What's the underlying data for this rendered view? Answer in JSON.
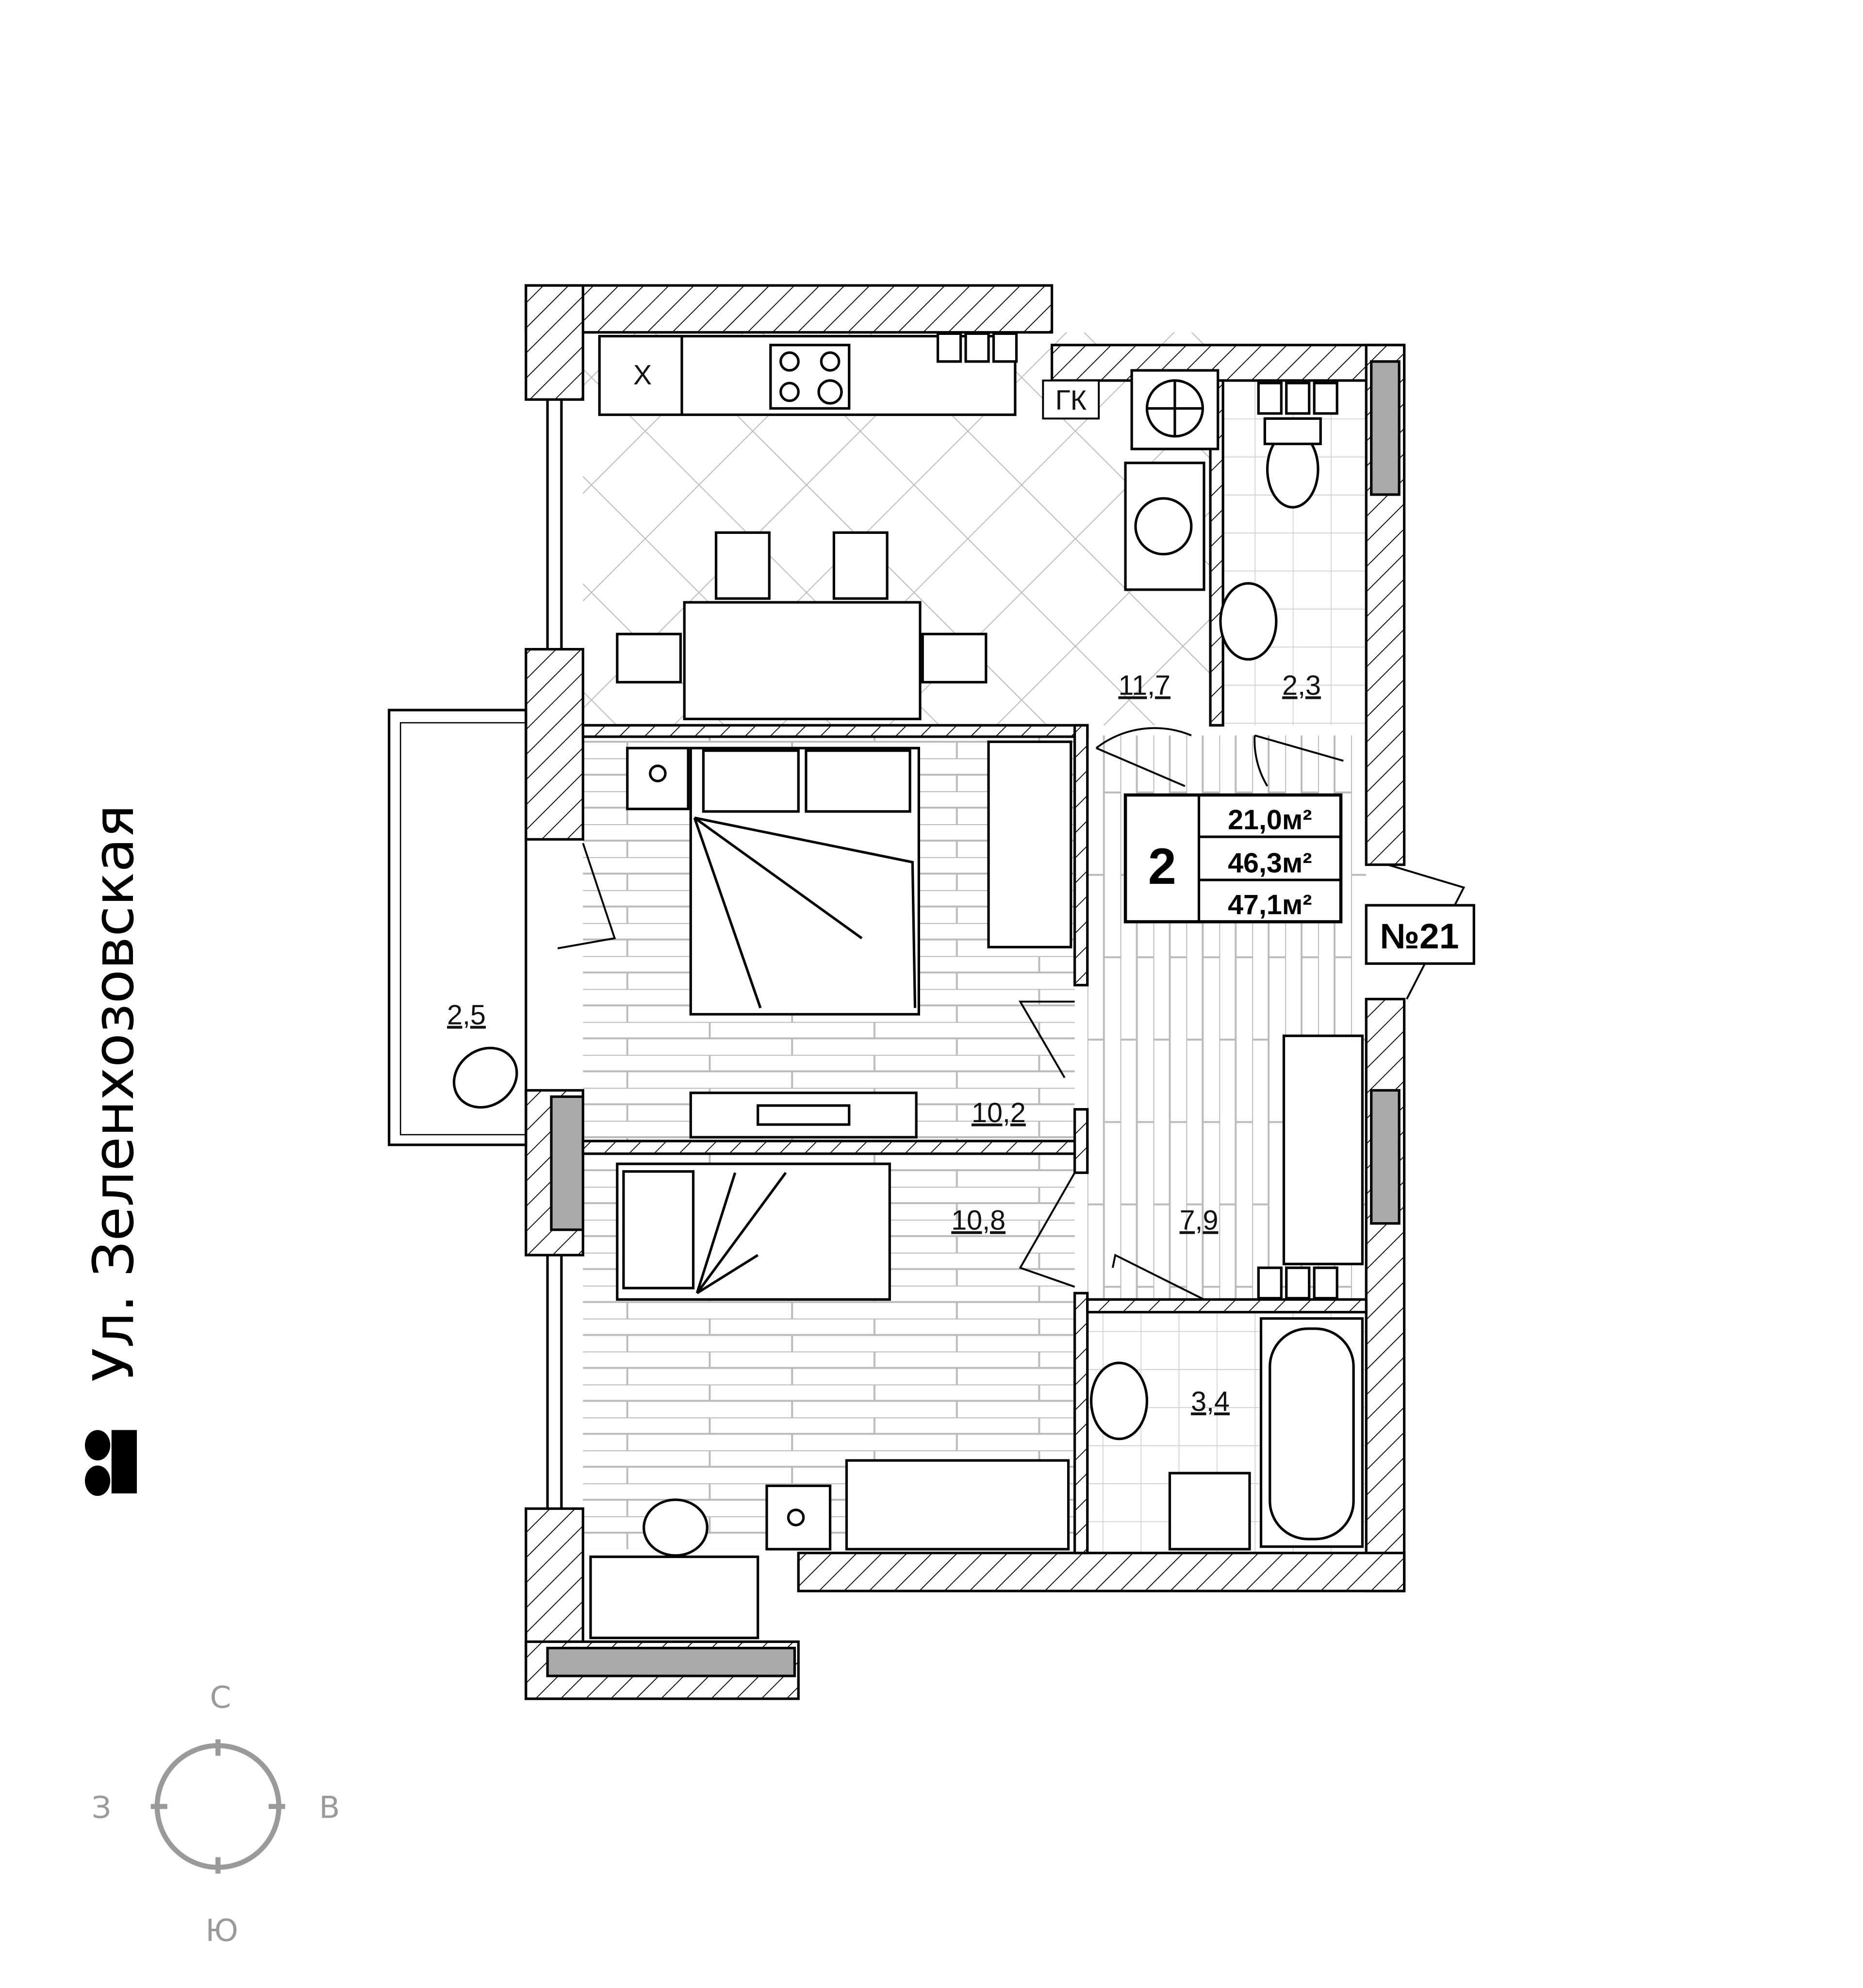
{
  "street": {
    "name": "Ул. Зеленхозовская"
  },
  "apartment": {
    "rooms": "2",
    "living_area": "21,0м²",
    "total_area": "46,3м²",
    "total_area_with_balcony": "47,1м²",
    "number": "№21"
  },
  "rooms": [
    {
      "name": "kitchen",
      "area": "11,7"
    },
    {
      "name": "toilet",
      "area": "2,3"
    },
    {
      "name": "balcony",
      "area": "2,5"
    },
    {
      "name": "bedroom-1",
      "area": "10,2"
    },
    {
      "name": "bedroom-2",
      "area": "10,8"
    },
    {
      "name": "hallway",
      "area": "7,9"
    },
    {
      "name": "bathroom",
      "area": "3,4"
    }
  ],
  "fixtures": {
    "kitchen_sink_mark": "Х",
    "boiler_mark": "ГК"
  },
  "compass": {
    "north": "С",
    "east": "В",
    "south": "Ю",
    "west": "З"
  },
  "colors": {
    "wall": "#000000",
    "floor_lines": "#bbbbbb",
    "compass": "#9a9a9a",
    "riser": "#1a1a8c"
  }
}
